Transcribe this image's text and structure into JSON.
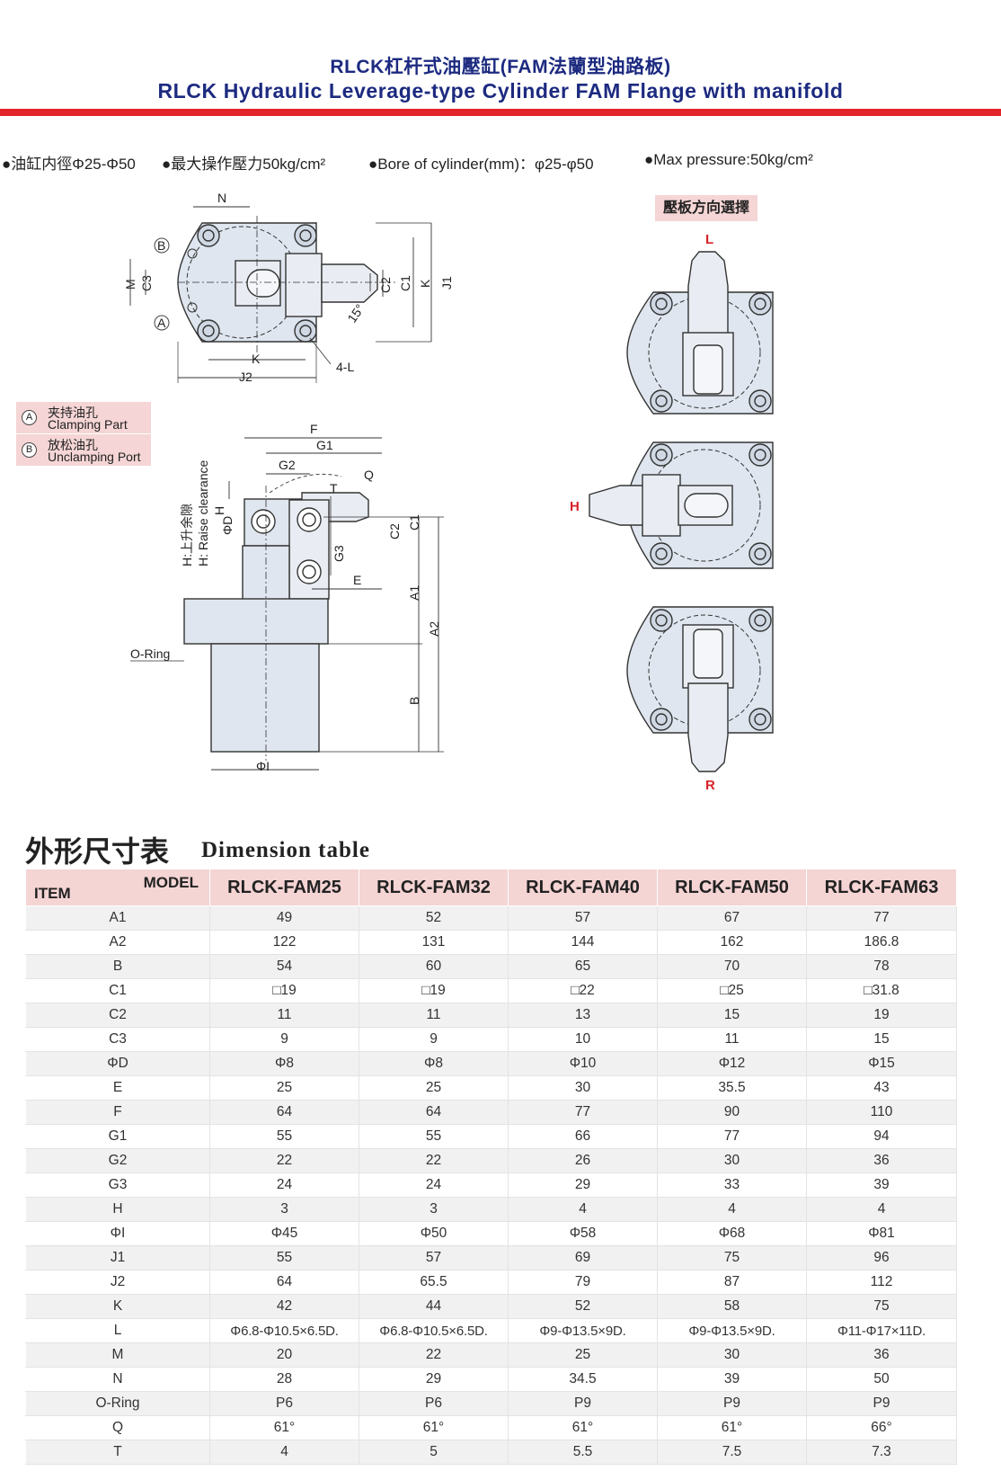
{
  "header": {
    "title_cn": "RLCK杠杆式油壓缸(FAM法蘭型油路板)",
    "title_en": "RLCK Hydraulic Leverage-type Cylinder FAM Flange with manifold"
  },
  "specs": {
    "bore_cn": "●油缸内徑Φ25-Φ50",
    "pressure_cn": "●最大操作壓力50kg/cm²",
    "bore_en": "●Bore  of cylinder(mm)：φ25-φ50",
    "pressure_en": "●Max pressure:50kg/cm²"
  },
  "legend": [
    {
      "symbol": "A",
      "cn": "夹持油孔",
      "en": "Clamping Part"
    },
    {
      "symbol": "B",
      "cn": "放松油孔",
      "en": "Unclamping Port"
    }
  ],
  "direction": {
    "title": "壓板方向選擇",
    "letters": {
      "L": "L",
      "H": "H",
      "R": "R"
    }
  },
  "top_view_labels": {
    "N": "N",
    "B": "B",
    "A": "A",
    "M": "M",
    "C3": "C3",
    "C2": "C2",
    "C1": "C1",
    "K": "K",
    "J1": "J1",
    "J2": "J2",
    "angle": "15°",
    "L4": "4-L"
  },
  "side_view_labels": {
    "F": "F",
    "G1": "G1",
    "G2": "G2",
    "Q": "Q",
    "T": "T",
    "H": "H",
    "D": "ΦD",
    "C2": "C2",
    "C1": "C1",
    "G3": "G3",
    "E": "E",
    "A1": "A1",
    "A2": "A2",
    "B": "B",
    "I": "ΦI",
    "oring": "O-Ring",
    "raise_cn": "H:上升余隙",
    "raise_en": "H: Raise clearance"
  },
  "table_section": {
    "title_cn": "外形尺寸表",
    "title_en": "Dimension table"
  },
  "table": {
    "corner_model": "MODEL",
    "corner_item": "ITEM",
    "models": [
      "RLCK-FAM25",
      "RLCK-FAM32",
      "RLCK-FAM40",
      "RLCK-FAM50",
      "RLCK-FAM63"
    ],
    "rows": [
      {
        "item": "A1",
        "values": [
          "49",
          "52",
          "57",
          "67",
          "77"
        ]
      },
      {
        "item": "A2",
        "values": [
          "122",
          "131",
          "144",
          "162",
          "186.8"
        ]
      },
      {
        "item": "B",
        "values": [
          "54",
          "60",
          "65",
          "70",
          "78"
        ]
      },
      {
        "item": "C1",
        "values": [
          "□19",
          "□19",
          "□22",
          "□25",
          "□31.8"
        ]
      },
      {
        "item": "C2",
        "values": [
          "11",
          "11",
          "13",
          "15",
          "19"
        ]
      },
      {
        "item": "C3",
        "values": [
          "9",
          "9",
          "10",
          "11",
          "15"
        ]
      },
      {
        "item": "ΦD",
        "values": [
          "Φ8",
          "Φ8",
          "Φ10",
          "Φ12",
          "Φ15"
        ]
      },
      {
        "item": "E",
        "values": [
          "25",
          "25",
          "30",
          "35.5",
          "43"
        ]
      },
      {
        "item": "F",
        "values": [
          "64",
          "64",
          "77",
          "90",
          "110"
        ]
      },
      {
        "item": "G1",
        "values": [
          "55",
          "55",
          "66",
          "77",
          "94"
        ]
      },
      {
        "item": "G2",
        "values": [
          "22",
          "22",
          "26",
          "30",
          "36"
        ]
      },
      {
        "item": "G3",
        "values": [
          "24",
          "24",
          "29",
          "33",
          "39"
        ]
      },
      {
        "item": "H",
        "values": [
          "3",
          "3",
          "4",
          "4",
          "4"
        ]
      },
      {
        "item": "ΦI",
        "values": [
          "Φ45",
          "Φ50",
          "Φ58",
          "Φ68",
          "Φ81"
        ]
      },
      {
        "item": "J1",
        "values": [
          "55",
          "57",
          "69",
          "75",
          "96"
        ]
      },
      {
        "item": "J2",
        "values": [
          "64",
          "65.5",
          "79",
          "87",
          "112"
        ]
      },
      {
        "item": "K",
        "values": [
          "42",
          "44",
          "52",
          "58",
          "75"
        ]
      },
      {
        "item": "L",
        "values": [
          "Φ6.8-Φ10.5×6.5D.",
          "Φ6.8-Φ10.5×6.5D.",
          "Φ9-Φ13.5×9D.",
          "Φ9-Φ13.5×9D.",
          "Φ11-Φ17×11D."
        ]
      },
      {
        "item": "M",
        "values": [
          "20",
          "22",
          "25",
          "30",
          "36"
        ]
      },
      {
        "item": "N",
        "values": [
          "28",
          "29",
          "34.5",
          "39",
          "50"
        ]
      },
      {
        "item": "O-Ring",
        "values": [
          "P6",
          "P6",
          "P9",
          "P9",
          "P9"
        ]
      },
      {
        "item": "Q",
        "values": [
          "61°",
          "61°",
          "61°",
          "61°",
          "66°"
        ]
      },
      {
        "item": "T",
        "values": [
          "4",
          "5",
          "5.5",
          "7.5",
          "7.3"
        ]
      }
    ]
  }
}
